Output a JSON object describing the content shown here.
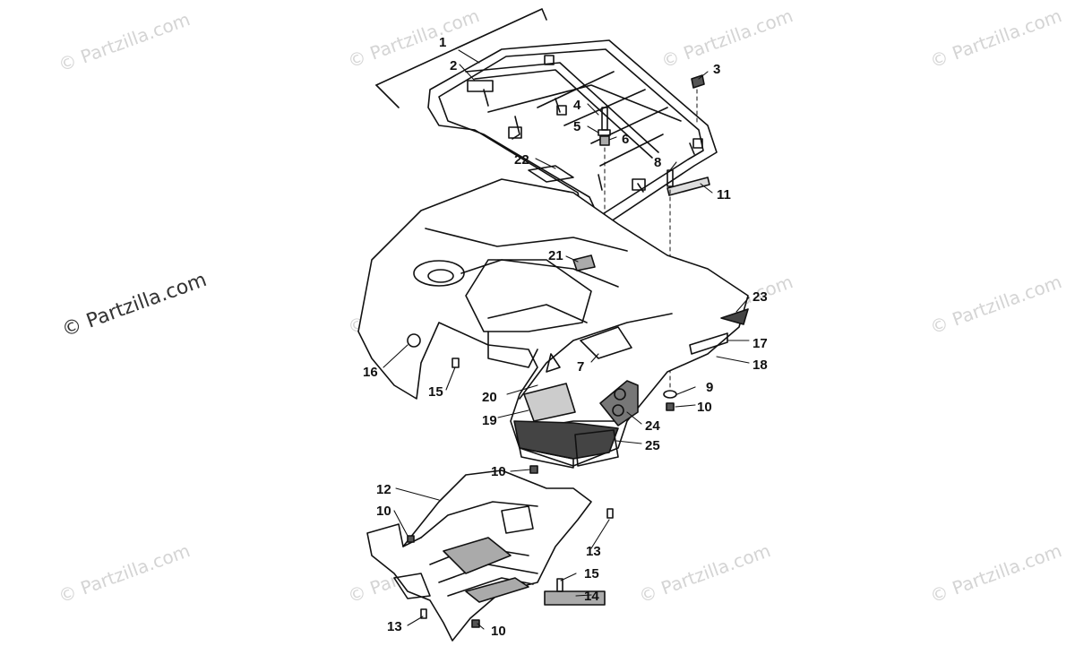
{
  "watermarks": {
    "main": "© Partzilla.com",
    "faint": "© Partzilla.com"
  },
  "callouts": {
    "n1": "1",
    "n2": "2",
    "n3": "3",
    "n4": "4",
    "n5": "5",
    "n6": "6",
    "n7": "7",
    "n8": "8",
    "n9": "9",
    "n10a": "10",
    "n10b": "10",
    "n10c": "10",
    "n10d": "10",
    "n11": "11",
    "n12": "12",
    "n13a": "13",
    "n13b": "13",
    "n14": "14",
    "n15a": "15",
    "n15b": "15",
    "n16": "16",
    "n17": "17",
    "n18": "18",
    "n19": "19",
    "n20": "20",
    "n21": "21",
    "n22": "22",
    "n23": "23",
    "n24": "24",
    "n25": "25"
  },
  "colors": {
    "line": "#111111",
    "watermark": "#d4d4d4",
    "fill": "#ffffff"
  }
}
